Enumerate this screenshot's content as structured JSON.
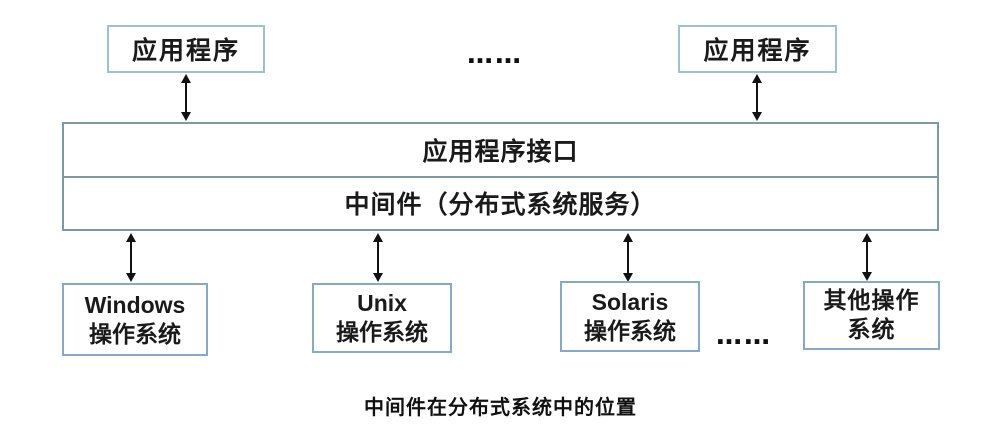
{
  "diagram": {
    "caption": "中间件在分布式系统中的位置",
    "top_apps": [
      {
        "label": "应用程序"
      },
      {
        "label": "应用程序"
      }
    ],
    "top_ellipsis": "……",
    "layers": {
      "api": "应用程序接口",
      "middleware": "中间件（分布式系统服务）"
    },
    "os_boxes": [
      {
        "line1": "Windows",
        "line2": "操作系统"
      },
      {
        "line1": "Unix",
        "line2": "操作系统"
      },
      {
        "line1": "Solaris",
        "line2": "操作系统"
      },
      {
        "line1": "其他操作",
        "line2": "系统"
      }
    ],
    "bottom_ellipsis": "……",
    "colors": {
      "app_box_border": "#9bc0d8",
      "band_border": "#7d99a3",
      "os_box_border": "#86aac6",
      "arrow": "#111111",
      "text": "#1a1a1a",
      "background": "#ffffff"
    }
  }
}
